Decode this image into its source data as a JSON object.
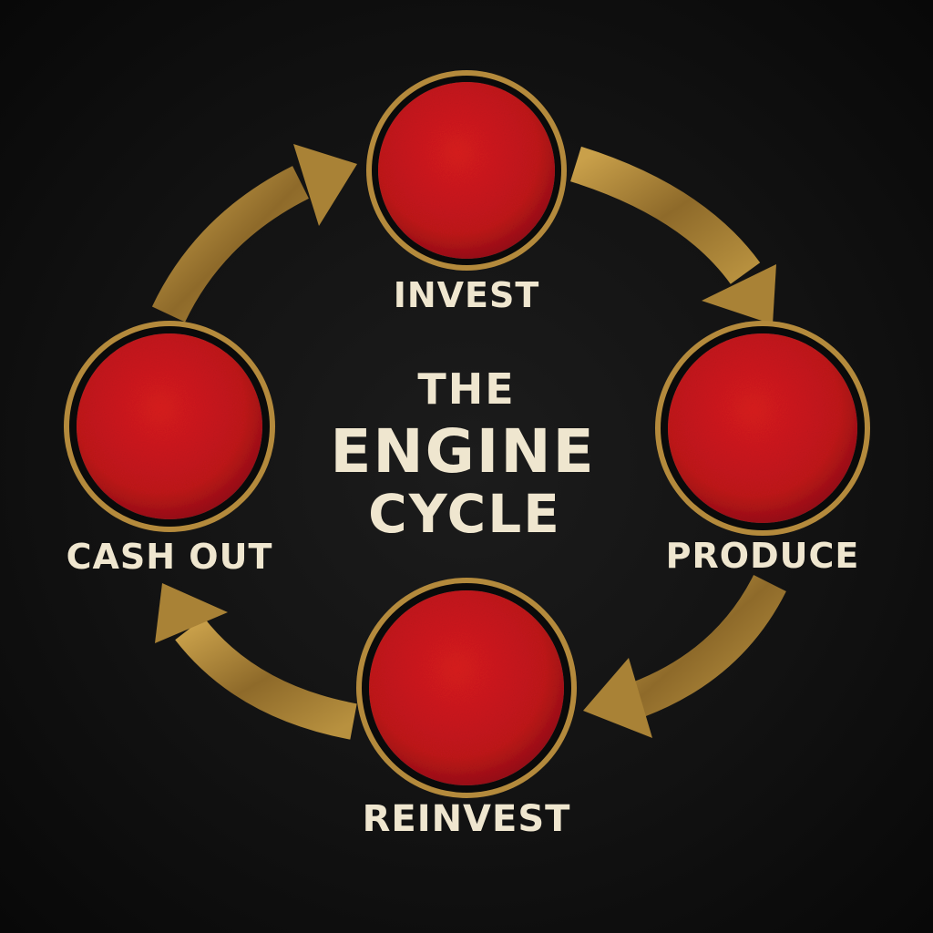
{
  "title": {
    "line1": "THE",
    "line2": "ENGINE",
    "line3": "CYCLE"
  },
  "nodes": [
    {
      "id": "invest",
      "label": "INVEST"
    },
    {
      "id": "produce",
      "label": "PRODUCE"
    },
    {
      "id": "reinvest",
      "label": "REINVEST"
    },
    {
      "id": "cash-out",
      "label": "CASH OUT"
    }
  ],
  "colors": {
    "background": "#111111",
    "node_fill": "#c8161b",
    "node_ring": "#b48a3c",
    "arrow": "#9c7a34",
    "text": "#efe6cf"
  }
}
